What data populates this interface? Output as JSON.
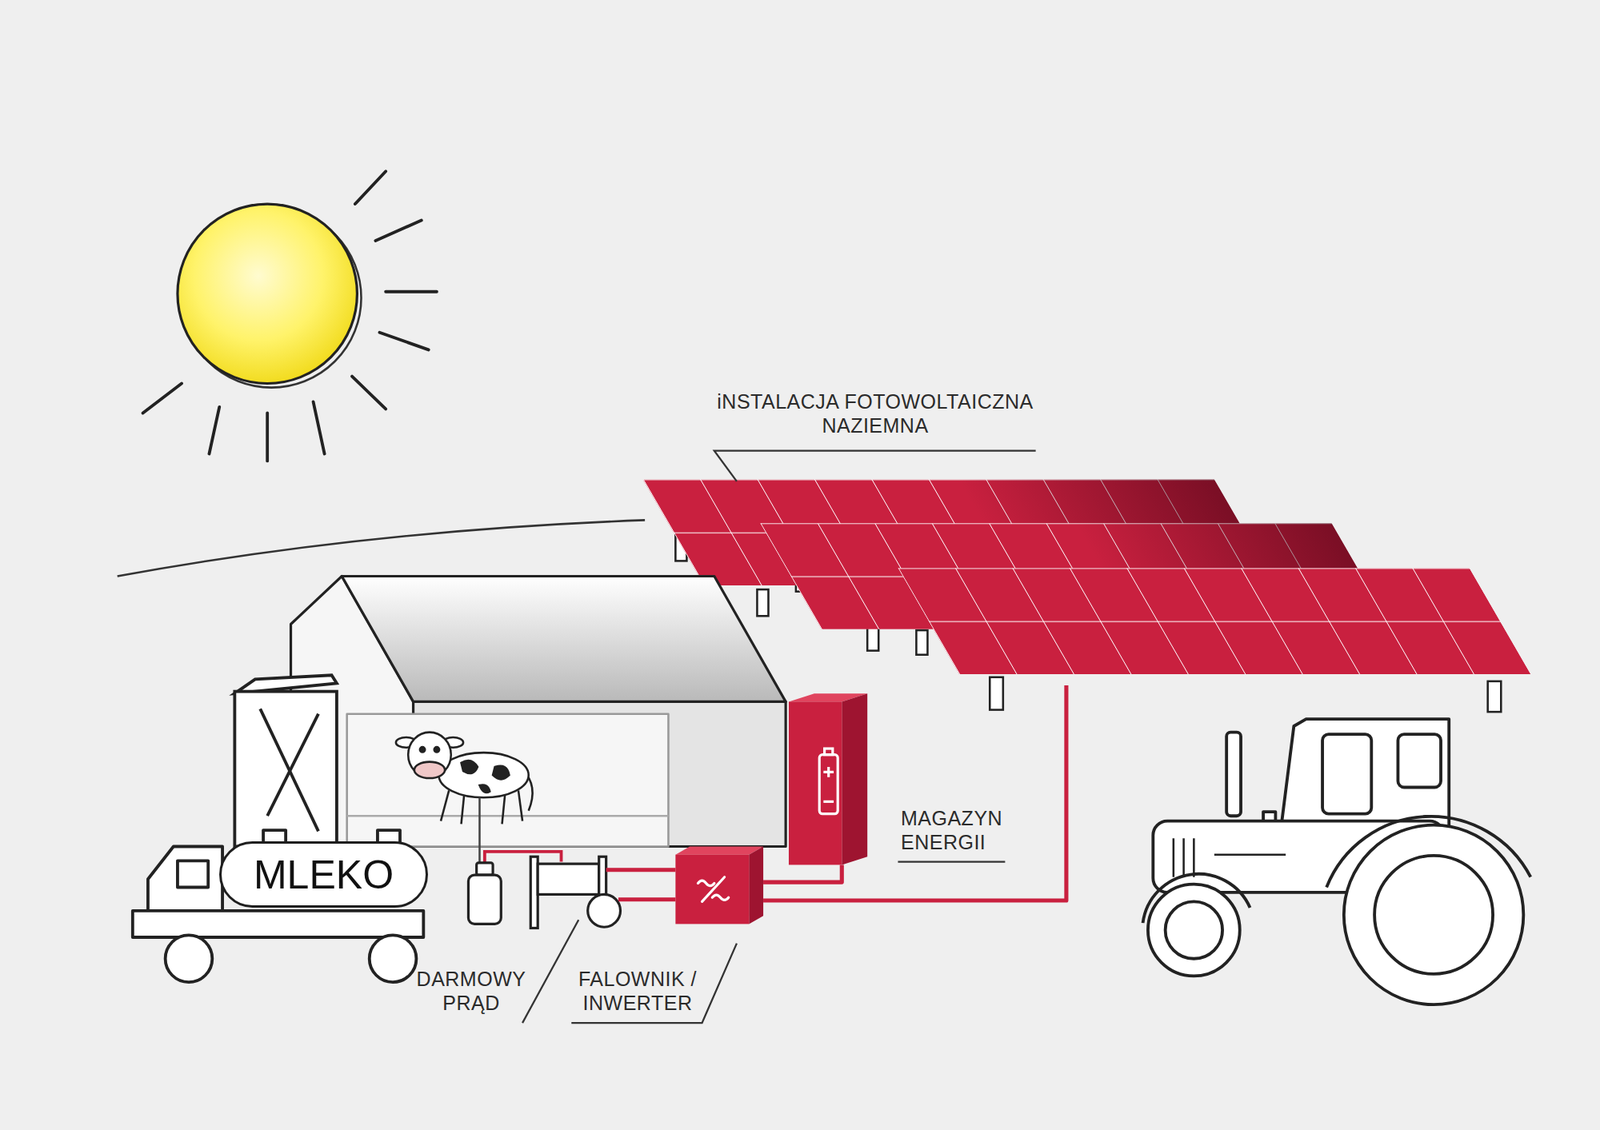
{
  "diagram": {
    "nodes": [
      {
        "text": [
          "MLEKO"
        ]
      }
    ],
    "labels": [
      "iNSTALACJA FOTOWOLTAICZNA NAZIEMNA",
      "MAGAZYN ENERGII",
      "DARMOWY PRĄD",
      "FALOWNIK / INWERTER"
    ]
  }
}
